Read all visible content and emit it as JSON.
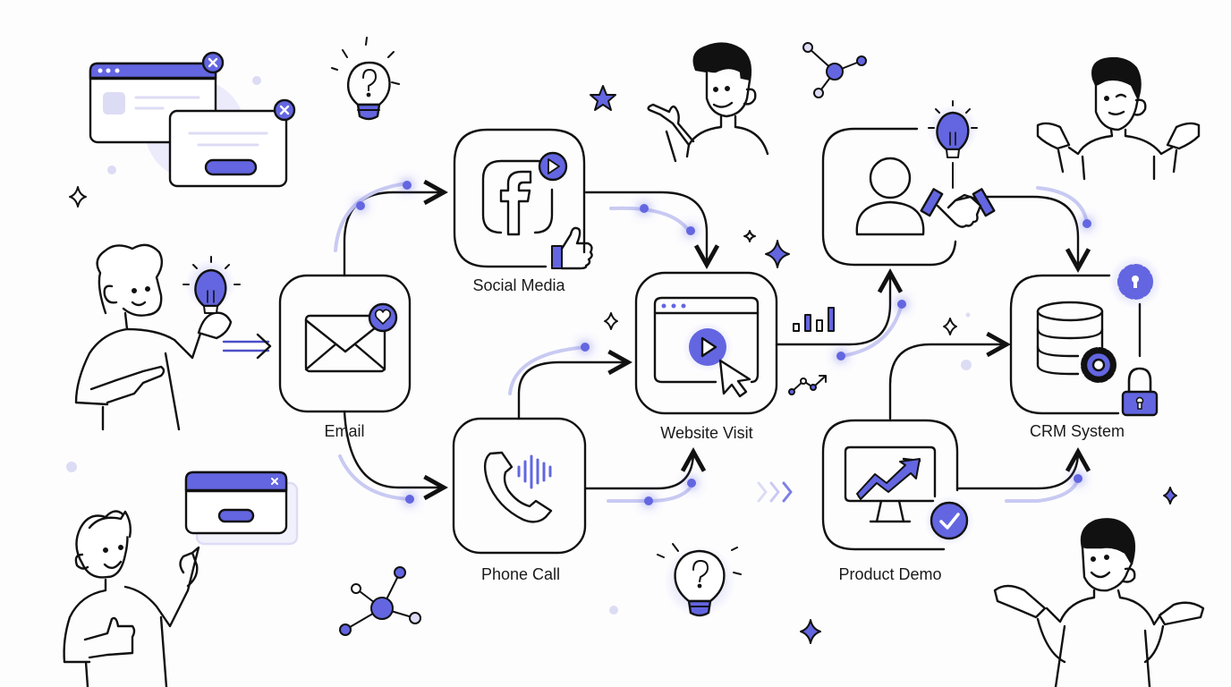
{
  "diagram": {
    "type": "customer-journey-flow",
    "accent_color": "#6366e0",
    "accent_light": "#c9caf2",
    "stroke_color": "#111111",
    "nodes": [
      {
        "id": "email",
        "label": "Email",
        "icon": "envelope-heart-icon"
      },
      {
        "id": "social",
        "label": "Social Media",
        "icon": "facebook-play-thumbs-up-icon"
      },
      {
        "id": "phone",
        "label": "Phone Call",
        "icon": "phone-soundwave-icon"
      },
      {
        "id": "website",
        "label": "Website Visit",
        "icon": "browser-play-cursor-icon"
      },
      {
        "id": "sales",
        "label": "",
        "icon": "user-handshake-lightbulb-icon"
      },
      {
        "id": "demo",
        "label": "Product Demo",
        "icon": "monitor-trend-check-icon"
      },
      {
        "id": "crm",
        "label": "CRM System",
        "icon": "database-gear-lock-icon"
      }
    ],
    "edges": [
      {
        "from": "person",
        "to": "email"
      },
      {
        "from": "email",
        "to": "social"
      },
      {
        "from": "email",
        "to": "phone"
      },
      {
        "from": "social",
        "to": "website"
      },
      {
        "from": "phone",
        "to": "website"
      },
      {
        "from": "phone",
        "to": "website-lower"
      },
      {
        "from": "website",
        "to": "sales"
      },
      {
        "from": "sales",
        "to": "crm"
      },
      {
        "from": "demo",
        "to": "crm"
      },
      {
        "from": "demo",
        "to": "crm-lower"
      }
    ],
    "decorations": [
      "popup-windows",
      "lightbulb-question-icon",
      "star-icon",
      "network-nodes-icon",
      "sparkle-icon",
      "bar-chart-icon",
      "trend-line-icon",
      "chevrons-right-icon",
      "characters"
    ]
  }
}
